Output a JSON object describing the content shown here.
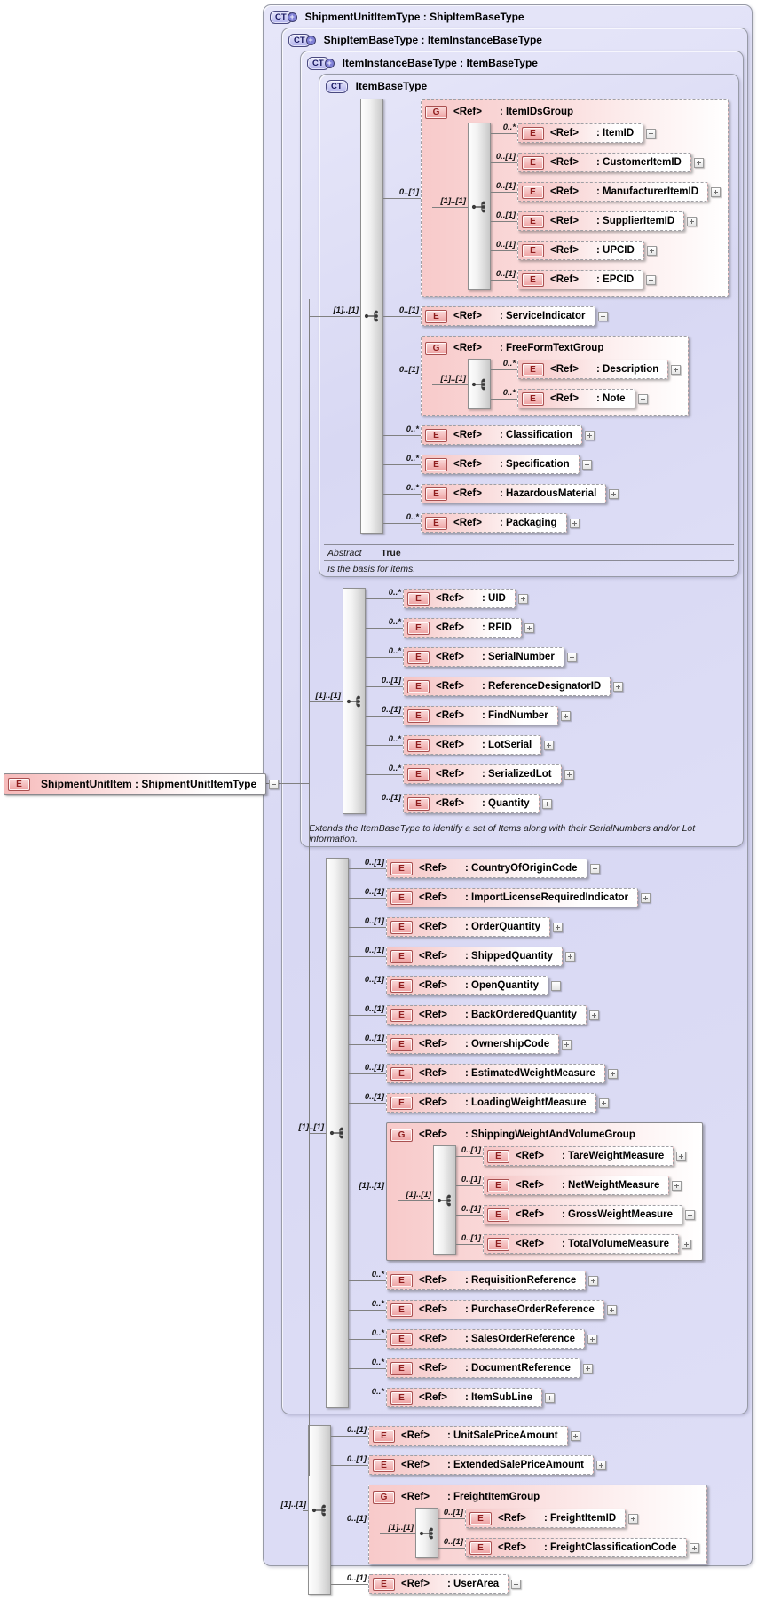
{
  "labels": {
    "ref": "<Ref>",
    "seq": "[1]..[1]"
  },
  "colors": {
    "type_box_bg": "#dcdcf5",
    "element_pink": "#f5c4c4",
    "element_badge_red": "#8f1d1d",
    "ct_badge_navy": "#16165e",
    "connector_gray": "#808080"
  },
  "root": {
    "badge": "E",
    "text": "ShipmentUnitItem : ShipmentUnitItemType"
  },
  "outer": {
    "badge": "CT",
    "title": "ShipmentUnitItemType : ShipItemBaseType"
  },
  "ship": {
    "badge": "CT",
    "title": "ShipItemBaseType : ItemInstanceBaseType"
  },
  "instance": {
    "badge": "CT",
    "title": "ItemInstanceBaseType : ItemBaseType",
    "note": "Extends the ItemBaseType to identify a set of Items along with their SerialNumbers and/or Lot information."
  },
  "itembase": {
    "badge": "CT",
    "title": "ItemBaseType",
    "abstract_label": "Abstract",
    "abstract_value": "True",
    "note": "Is the basis for items."
  },
  "itembase_children": [
    {
      "kind": "group",
      "badge": "G",
      "card": "0..[1]",
      "name": ": ItemIDsGroup",
      "inner_card": "[1]..[1]",
      "children": [
        {
          "badge": "E",
          "card": "0..*",
          "name": ": ItemID"
        },
        {
          "badge": "E",
          "card": "0..[1]",
          "name": ": CustomerItemID"
        },
        {
          "badge": "E",
          "card": "0..[1]",
          "name": ": ManufacturerItemID"
        },
        {
          "badge": "E",
          "card": "0..[1]",
          "name": ": SupplierItemID"
        },
        {
          "badge": "E",
          "card": "0..[1]",
          "name": ": UPCID"
        },
        {
          "badge": "E",
          "card": "0..[1]",
          "name": ": EPCID"
        }
      ]
    },
    {
      "badge": "E",
      "card": "0..[1]",
      "name": ": ServiceIndicator"
    },
    {
      "kind": "group",
      "badge": "G",
      "card": "0..[1]",
      "name": ": FreeFormTextGroup",
      "inner_card": "[1]..[1]",
      "children": [
        {
          "badge": "E",
          "card": "0..*",
          "name": ": Description"
        },
        {
          "badge": "E",
          "card": "0..*",
          "name": ": Note"
        }
      ]
    },
    {
      "badge": "E",
      "card": "0..*",
      "name": ": Classification"
    },
    {
      "badge": "E",
      "card": "0..*",
      "name": ": Specification"
    },
    {
      "badge": "E",
      "card": "0..*",
      "name": ": HazardousMaterial"
    },
    {
      "badge": "E",
      "card": "0..*",
      "name": ": Packaging"
    }
  ],
  "instance_children": [
    {
      "badge": "E",
      "card": "0..*",
      "name": ": UID"
    },
    {
      "badge": "E",
      "card": "0..*",
      "name": ": RFID"
    },
    {
      "badge": "E",
      "card": "0..*",
      "name": ": SerialNumber"
    },
    {
      "badge": "E",
      "card": "0..[1]",
      "name": ": ReferenceDesignatorID"
    },
    {
      "badge": "E",
      "card": "0..[1]",
      "name": ": FindNumber"
    },
    {
      "badge": "E",
      "card": "0..*",
      "name": ": LotSerial"
    },
    {
      "badge": "E",
      "card": "0..*",
      "name": ": SerializedLot"
    },
    {
      "badge": "E",
      "card": "0..[1]",
      "name": ": Quantity"
    }
  ],
  "ship_children": [
    {
      "badge": "E",
      "card": "0..[1]",
      "name": ": CountryOfOriginCode"
    },
    {
      "badge": "E",
      "card": "0..[1]",
      "name": ": ImportLicenseRequiredIndicator"
    },
    {
      "badge": "E",
      "card": "0..[1]",
      "name": ": OrderQuantity"
    },
    {
      "badge": "E",
      "card": "0..[1]",
      "name": ": ShippedQuantity"
    },
    {
      "badge": "E",
      "card": "0..[1]",
      "name": ": OpenQuantity"
    },
    {
      "badge": "E",
      "card": "0..[1]",
      "name": ": BackOrderedQuantity"
    },
    {
      "badge": "E",
      "card": "0..[1]",
      "name": ": OwnershipCode"
    },
    {
      "badge": "E",
      "card": "0..[1]",
      "name": ": EstimatedWeightMeasure"
    },
    {
      "badge": "E",
      "card": "0..[1]",
      "name": ": LoadingWeightMeasure"
    },
    {
      "kind": "group",
      "badge": "G",
      "card": "[1]..[1]",
      "name": ": ShippingWeightAndVolumeGroup",
      "inner_card": "[1]..[1]",
      "solid": true,
      "children": [
        {
          "badge": "E",
          "card": "0..[1]",
          "name": ": TareWeightMeasure"
        },
        {
          "badge": "E",
          "card": "0..[1]",
          "name": ": NetWeightMeasure"
        },
        {
          "badge": "E",
          "card": "0..[1]",
          "name": ": GrossWeightMeasure"
        },
        {
          "badge": "E",
          "card": "0..[1]",
          "name": ": TotalVolumeMeasure"
        }
      ]
    },
    {
      "badge": "E",
      "card": "0..*",
      "name": ": RequisitionReference"
    },
    {
      "badge": "E",
      "card": "0..*",
      "name": ": PurchaseOrderReference"
    },
    {
      "badge": "E",
      "card": "0..*",
      "name": ": SalesOrderReference"
    },
    {
      "badge": "E",
      "card": "0..*",
      "name": ": DocumentReference"
    },
    {
      "badge": "E",
      "card": "0..*",
      "name": ": ItemSubLine"
    }
  ],
  "outer_children": [
    {
      "badge": "E",
      "card": "0..[1]",
      "name": ": UnitSalePriceAmount"
    },
    {
      "badge": "E",
      "card": "0..[1]",
      "name": ": ExtendedSalePriceAmount"
    },
    {
      "kind": "group",
      "badge": "G",
      "card": "0..[1]",
      "name": ": FreightItemGroup",
      "inner_card": "[1]..[1]",
      "children": [
        {
          "badge": "E",
          "card": "0..[1]",
          "name": ": FreightItemID"
        },
        {
          "badge": "E",
          "card": "0..[1]",
          "name": ": FreightClassificationCode"
        }
      ]
    },
    {
      "badge": "E",
      "card": "0..[1]",
      "name": ": UserArea"
    }
  ]
}
